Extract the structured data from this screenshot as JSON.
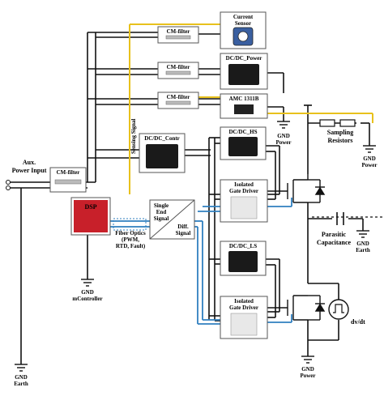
{
  "labels": {
    "current_sensor_1": "Current",
    "current_sensor_2": "Sensor",
    "cm_filter": "CM-filter",
    "dcdc_power": "DC/DC_Power",
    "amc": "AMC 1311B",
    "dcdc_hs": "DC/DC_HS",
    "dcdc_contr": "DC/DC_Contr",
    "gnd": "GND",
    "power": "Power",
    "sampling_1": "Sampling",
    "sampling_2": "Resistors",
    "aux_1": "Aux.",
    "aux_2": "Power Input",
    "isolated_1": "Isolated",
    "gate_driver": "Gate Driver",
    "dsp": "DSP",
    "single_1": "Single",
    "single_2": "End",
    "single_3": "Signal",
    "diff_1": "Diff.",
    "diff_2": "Signal",
    "fiber_1": "Fiber Optics",
    "fiber_2": "(PWM,",
    "fiber_3": "RTD, Fault)",
    "parasitic_1": "Parasitic",
    "parasitic_2": "Capacitance",
    "earth": "Earth",
    "mcontroller": "mController",
    "dcdc_ls": "DC/DC_LS",
    "dvdt": "dv/dt",
    "sensing_signal": "Sensing Signal"
  },
  "colors": {
    "wire": "#111111",
    "sensing": "#e8c11c",
    "signal": "#2f7fbf",
    "dsp_board": "#c8202a",
    "box_fill": "#ffffff",
    "box_stroke": "#444444"
  }
}
